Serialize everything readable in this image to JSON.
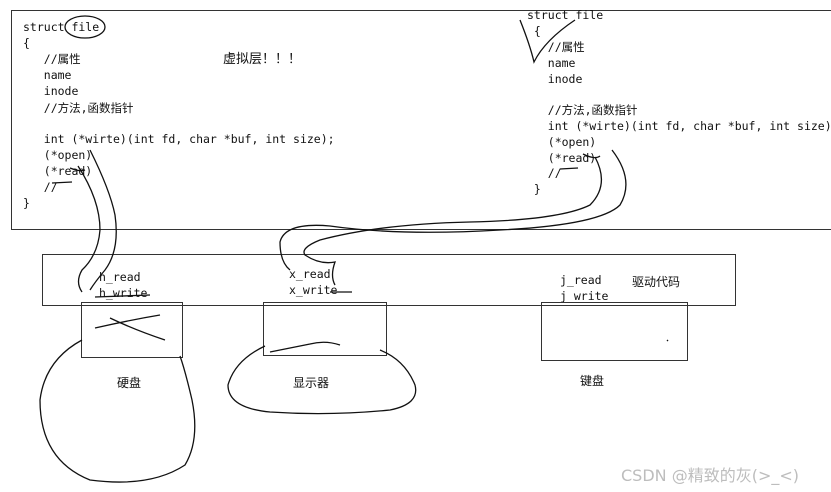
{
  "left_struct": {
    "lines": [
      "struct file",
      "{",
      "   //属性",
      "   name",
      "   inode",
      "",
      "   //方法,函数指针",
      "   int (*wirte)(int fd, char *buf, int size);",
      "   (*open)",
      "   (*read)",
      "   //",
      "}"
    ],
    "annotation": "虚拟层！！！"
  },
  "right_struct": {
    "lines": [
      "struct file",
      " {",
      "   //属性",
      "   name",
      "   inode",
      "",
      "   //方法,函数指针",
      "   int (*wirte)(int fd, char *buf, int size);",
      "   (*open)",
      "   (*read)",
      "   //",
      " }"
    ]
  },
  "driver_layer": {
    "disk_read": "h_read",
    "disk_write": "h_write",
    "display_read": "x_read",
    "display_write": "x_write",
    "keyboard_read": "j_read",
    "keyboard_write": "j_write",
    "label": "驱动代码"
  },
  "devices": {
    "disk": "硬盘",
    "display": "显示器",
    "keyboard": "键盘"
  },
  "watermark": "CSDN @精致的灰(>_<)"
}
